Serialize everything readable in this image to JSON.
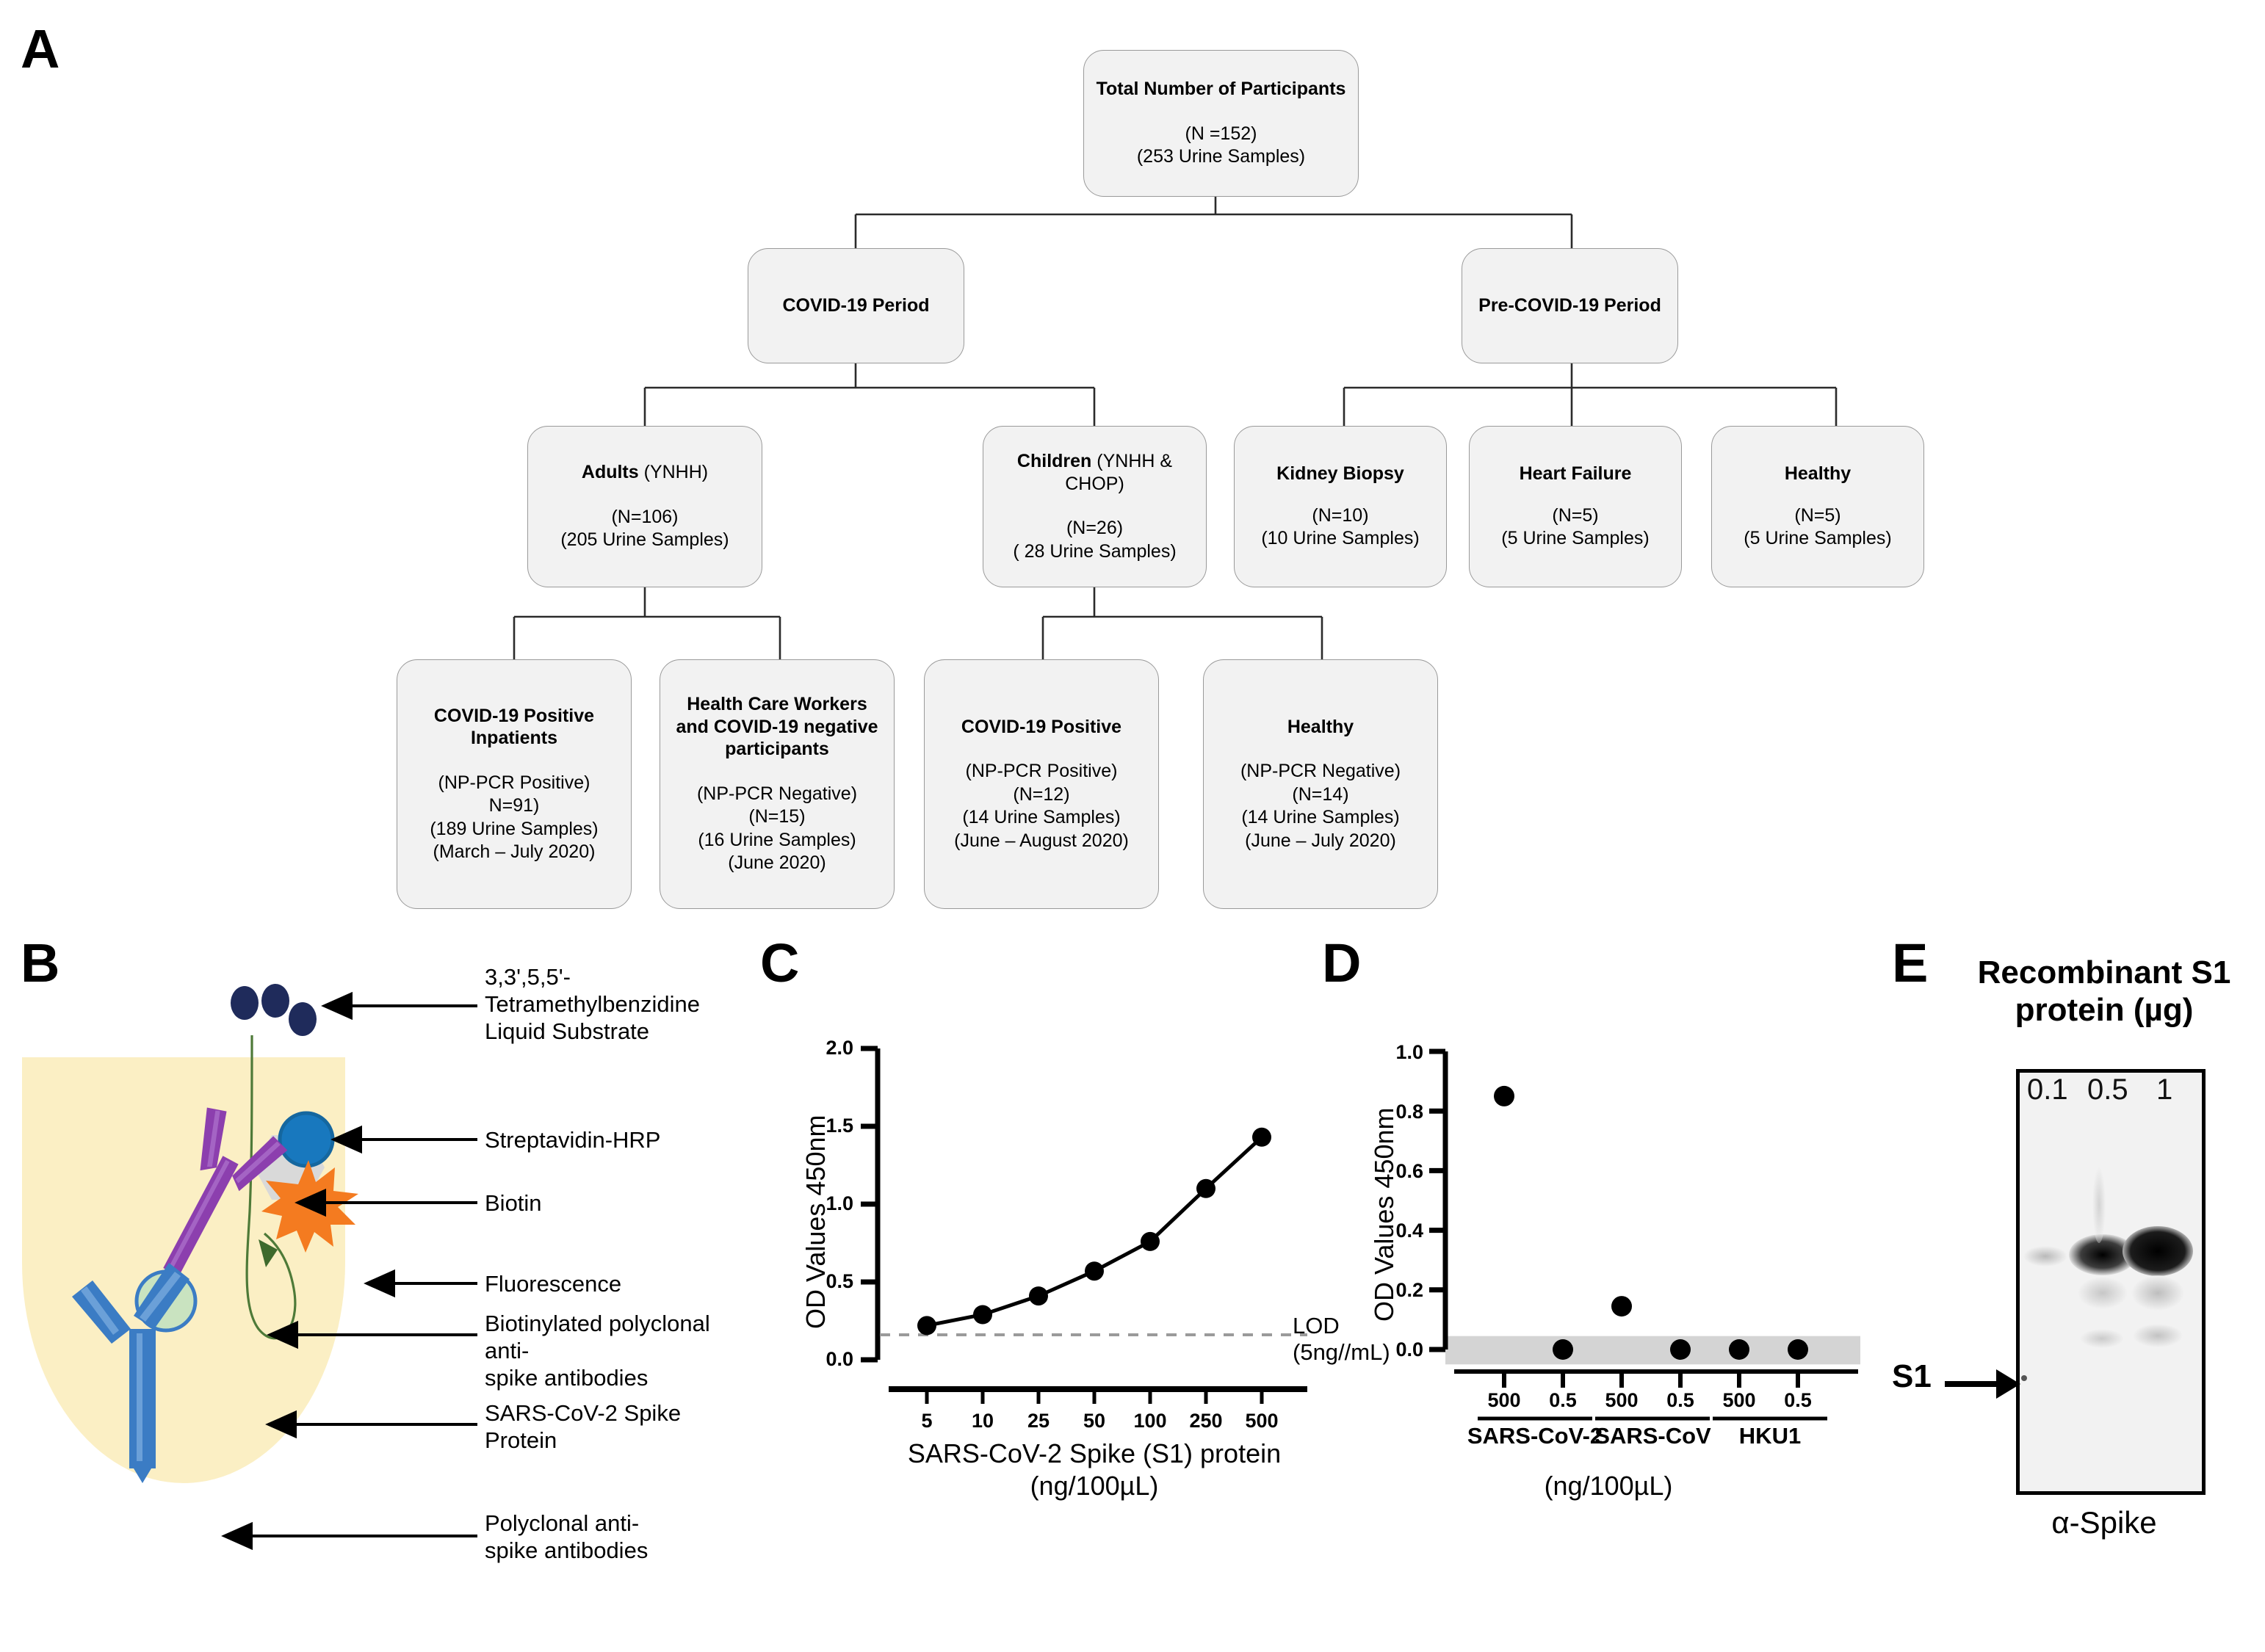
{
  "panels": {
    "a": "A",
    "b": "B",
    "c": "C",
    "d": "D",
    "e": "E"
  },
  "flowchart": {
    "nodes": [
      {
        "id": "total",
        "title": "Total Number of Participants",
        "sub": "(N =152)\n(253 Urine Samples)"
      },
      {
        "id": "covid_period",
        "title": "COVID-19 Period",
        "sub": ""
      },
      {
        "id": "precovid_period",
        "title": "Pre-COVID-19 Period",
        "sub": ""
      },
      {
        "id": "adults",
        "title_bold": "Adults",
        "title_reg": " (YNHH)",
        "sub": "(N=106)\n(205 Urine Samples)"
      },
      {
        "id": "children",
        "title_bold": "Children",
        "title_reg": " (YNHH & CHOP)",
        "sub": "(N=26)\n( 28 Urine Samples)"
      },
      {
        "id": "kidney_biopsy",
        "title": "Kidney Biopsy",
        "sub": "(N=10)\n(10 Urine Samples)"
      },
      {
        "id": "heart_failure",
        "title": "Heart Failure",
        "sub": "(N=5)\n(5 Urine Samples)"
      },
      {
        "id": "healthy_pre",
        "title": "Healthy",
        "sub": "(N=5)\n(5 Urine Samples)"
      },
      {
        "id": "covid_inpatients",
        "title": "COVID-19 Positive Inpatients",
        "sub": "(NP-PCR Positive)\nN=91)\n(189 Urine Samples)\n(March – July 2020)"
      },
      {
        "id": "hcw",
        "title": "Health Care Workers and COVID-19 negative participants",
        "sub": "(NP-PCR Negative)\n(N=15)\n(16 Urine Samples)\n(June 2020)"
      },
      {
        "id": "children_positive",
        "title": "COVID-19 Positive",
        "sub": "(NP-PCR Positive)\n(N=12)\n(14 Urine Samples)\n(June – August 2020)"
      },
      {
        "id": "children_healthy",
        "title": "Healthy",
        "sub": "(NP-PCR Negative)\n(N=14)\n(14 Urine Samples)\n(June – July 2020)"
      }
    ]
  },
  "panel_b": {
    "labels": [
      {
        "id": "tmb",
        "text": "3,3',5,5'-\nTetramethylbenzidine\nLiquid Substrate"
      },
      {
        "id": "streptavidin",
        "text": "Streptavidin-HRP"
      },
      {
        "id": "biotin",
        "text": "Biotin"
      },
      {
        "id": "fluorescence",
        "text": "Fluorescence"
      },
      {
        "id": "biotinylated_ab",
        "text": "Biotinylated polyclonal anti-\nspike antibodies"
      },
      {
        "id": "spike_protein",
        "text": "SARS-CoV-2 Spike\nProtein"
      },
      {
        "id": "polyclonal_ab",
        "text": "Polyclonal anti-\nspike antibodies"
      }
    ],
    "colors": {
      "well": "#FBEFC4",
      "capture_antibody": "#3B7CC4",
      "detection_antibody": "#8C3FAE",
      "spike": "#C9E3C0",
      "streptavidin": "#1878BE",
      "biotin": "#D9D9D9",
      "fluorescence": "#F47B20",
      "tmb": "#1F2B5B"
    }
  },
  "chart_data": [
    {
      "id": "panel_c",
      "type": "line",
      "title": "",
      "categories": [
        "5",
        "10",
        "25",
        "50",
        "100",
        "250",
        "500"
      ],
      "values": [
        0.22,
        0.29,
        0.41,
        0.57,
        0.76,
        1.1,
        1.43
      ],
      "xlabel": "SARS-CoV-2 Spike (S1) protein\n(ng/100µL)",
      "ylabel": "OD Values 450nm",
      "ylim": [
        0.0,
        2.0
      ],
      "yticks": [
        "0.0",
        "0.5",
        "1.0",
        "1.5",
        "2.0"
      ],
      "ytick_values": [
        0.0,
        0.5,
        1.0,
        1.5,
        2.0
      ],
      "grid": false,
      "legend": "none",
      "annotations": [
        {
          "id": "lod",
          "text": "LOD\n(5ng//mL)",
          "y": 0.16,
          "style": "dashed-gray-line"
        }
      ]
    },
    {
      "id": "panel_d",
      "type": "scatter",
      "title": "",
      "categories": [
        "500",
        "0.5",
        "500",
        "0.5",
        "500",
        "0.5"
      ],
      "groups": [
        "SARS-CoV-2",
        "SARS-CoV",
        "HKU1"
      ],
      "values": [
        0.85,
        0.0,
        0.145,
        0.0,
        0.0,
        0.0
      ],
      "xlabel": "(ng/100µL)",
      "ylabel": "OD Values 450nm",
      "ylim": [
        0.0,
        1.0
      ],
      "yticks": [
        "0.0",
        "0.2",
        "0.4",
        "0.6",
        "0.8",
        "1.0"
      ],
      "ytick_values": [
        0.0,
        0.2,
        0.4,
        0.6,
        0.8,
        1.0
      ],
      "grid": false,
      "legend": "none",
      "annotations": [
        {
          "id": "background-band",
          "text": "",
          "range": [
            -0.05,
            0.045
          ],
          "style": "gray-band"
        }
      ]
    }
  ],
  "panel_e": {
    "title": "Recombinant S1 protein (µg)",
    "lanes": [
      "0.1",
      "0.5",
      "1"
    ],
    "band_label": "S1",
    "footer": "α-Spike"
  }
}
